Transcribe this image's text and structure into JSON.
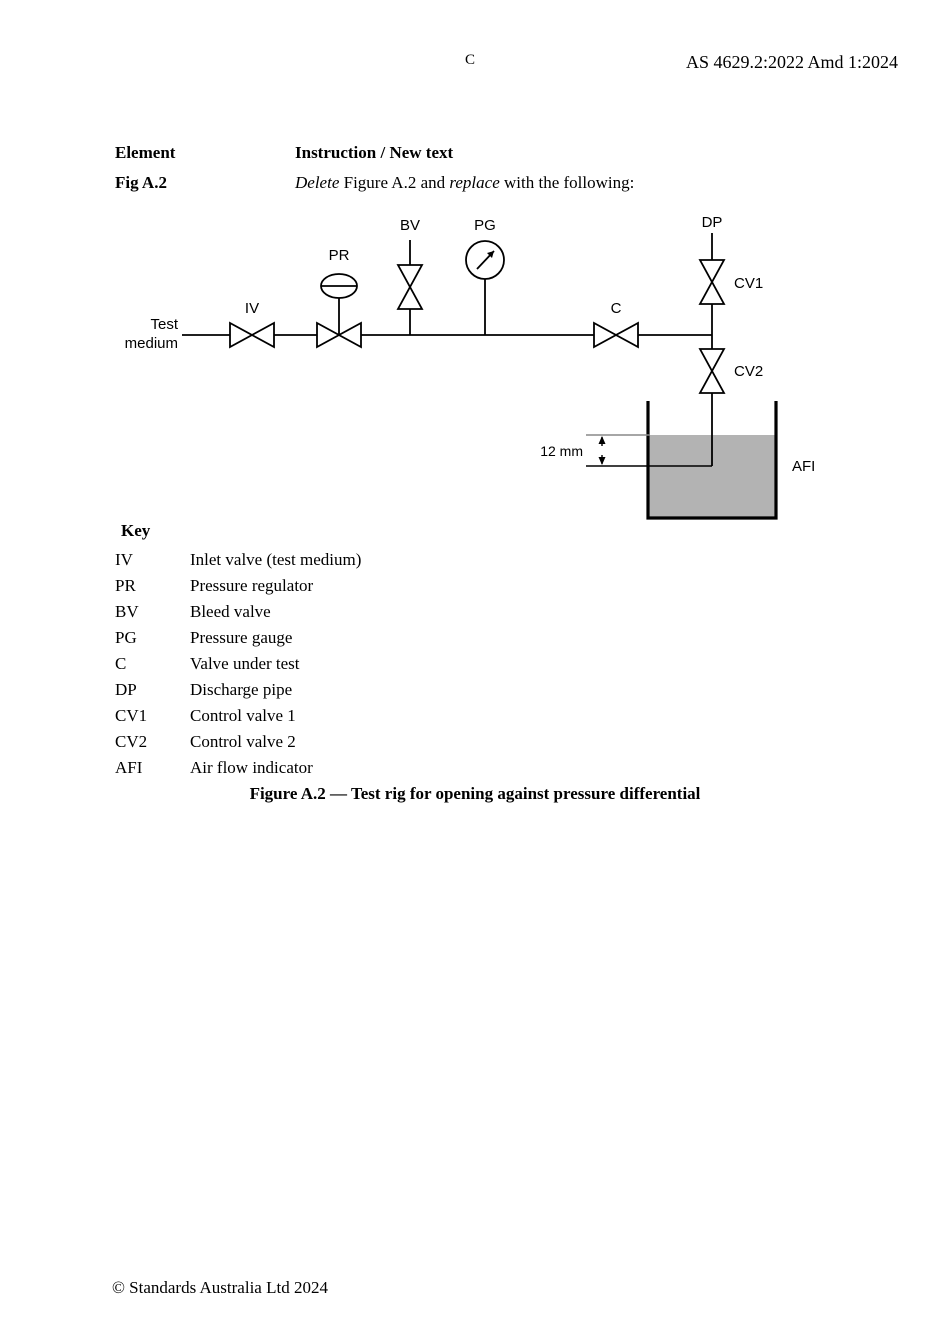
{
  "header": {
    "page_mark": "C",
    "standard_ref": "AS 4629.2:2022 Amd 1:2024"
  },
  "amendment_table": {
    "col1_header": "Element",
    "col2_header": "Instruction / New text",
    "row": {
      "element": "Fig A.2",
      "instruction_italic_1": "Delete",
      "instruction_plain_1": " Figure A.2 and ",
      "instruction_italic_2": "replace",
      "instruction_plain_2": " with the following:"
    }
  },
  "figure": {
    "inlet_label_line1": "Test",
    "inlet_label_line2": "medium",
    "labels": {
      "iv": "IV",
      "pr": "PR",
      "bv": "BV",
      "pg": "PG",
      "c": "C",
      "dp": "DP",
      "cv1": "CV1",
      "cv2": "CV2",
      "afi": "AFI"
    },
    "dimension_label": "12 mm",
    "liquid_color": "#b3b3b3",
    "line_color": "#000000"
  },
  "key": {
    "title": "Key",
    "items": [
      {
        "abbr": "IV",
        "desc": "Inlet valve (test medium)"
      },
      {
        "abbr": "PR",
        "desc": "Pressure regulator"
      },
      {
        "abbr": "BV",
        "desc": "Bleed valve"
      },
      {
        "abbr": "PG",
        "desc": "Pressure gauge"
      },
      {
        "abbr": "C",
        "desc": "Valve under test"
      },
      {
        "abbr": "DP",
        "desc": "Discharge pipe"
      },
      {
        "abbr": "CV1",
        "desc": "Control valve 1"
      },
      {
        "abbr": "CV2",
        "desc": "Control valve 2"
      },
      {
        "abbr": "AFI",
        "desc": "Air flow indicator"
      }
    ]
  },
  "figure_caption": "Figure A.2 — Test rig for opening against pressure differential",
  "footer": {
    "copyright": "© Standards Australia Ltd 2024"
  }
}
